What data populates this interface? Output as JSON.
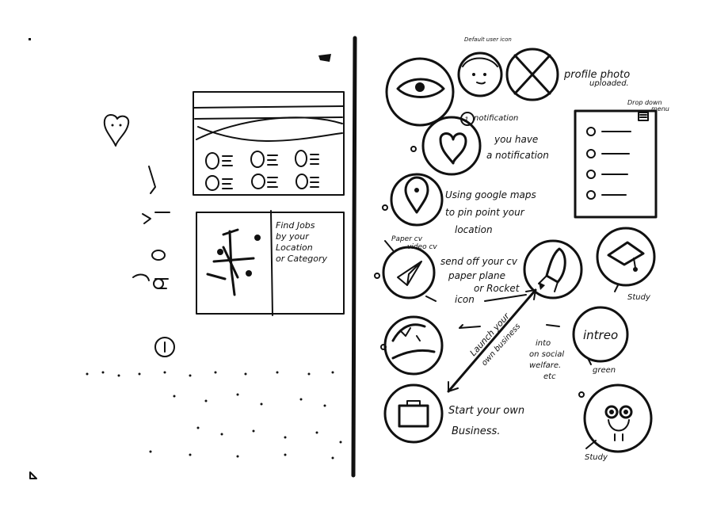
{
  "notes": {
    "default_icon": "Default user icon",
    "profile_photo": "profile photo",
    "uploaded": "uploaded.",
    "notification": "notification",
    "you_have": "you have",
    "a_notification": "a notification",
    "google_maps_1": "Using google maps",
    "google_maps_2": "to pin point your",
    "google_maps_3": "location",
    "paper_cv_1": "Paper cv",
    "paper_cv_2": "video cv",
    "send_cv_1": "send off your cv",
    "send_cv_2": "paper plane",
    "send_cv_3": "or Rocket",
    "send_cv_4": "icon",
    "study_1": "Study",
    "launch_1": "Launch your",
    "launch_2": "own business",
    "into_1": "into",
    "into_2": "on social",
    "into_3": "welfare.",
    "into_4": "etc",
    "intreo": "intreo",
    "green": "green",
    "start_1": "Start your own",
    "start_2": "Business.",
    "study_2": "Study",
    "drop_down": "Drop down",
    "drop_down_2": "menu",
    "find_1": "Find Jobs",
    "find_2": "by your",
    "find_3": "Location",
    "find_4": "or Category"
  },
  "colors": {
    "ink": "#111111",
    "paper": "#ffffff"
  }
}
